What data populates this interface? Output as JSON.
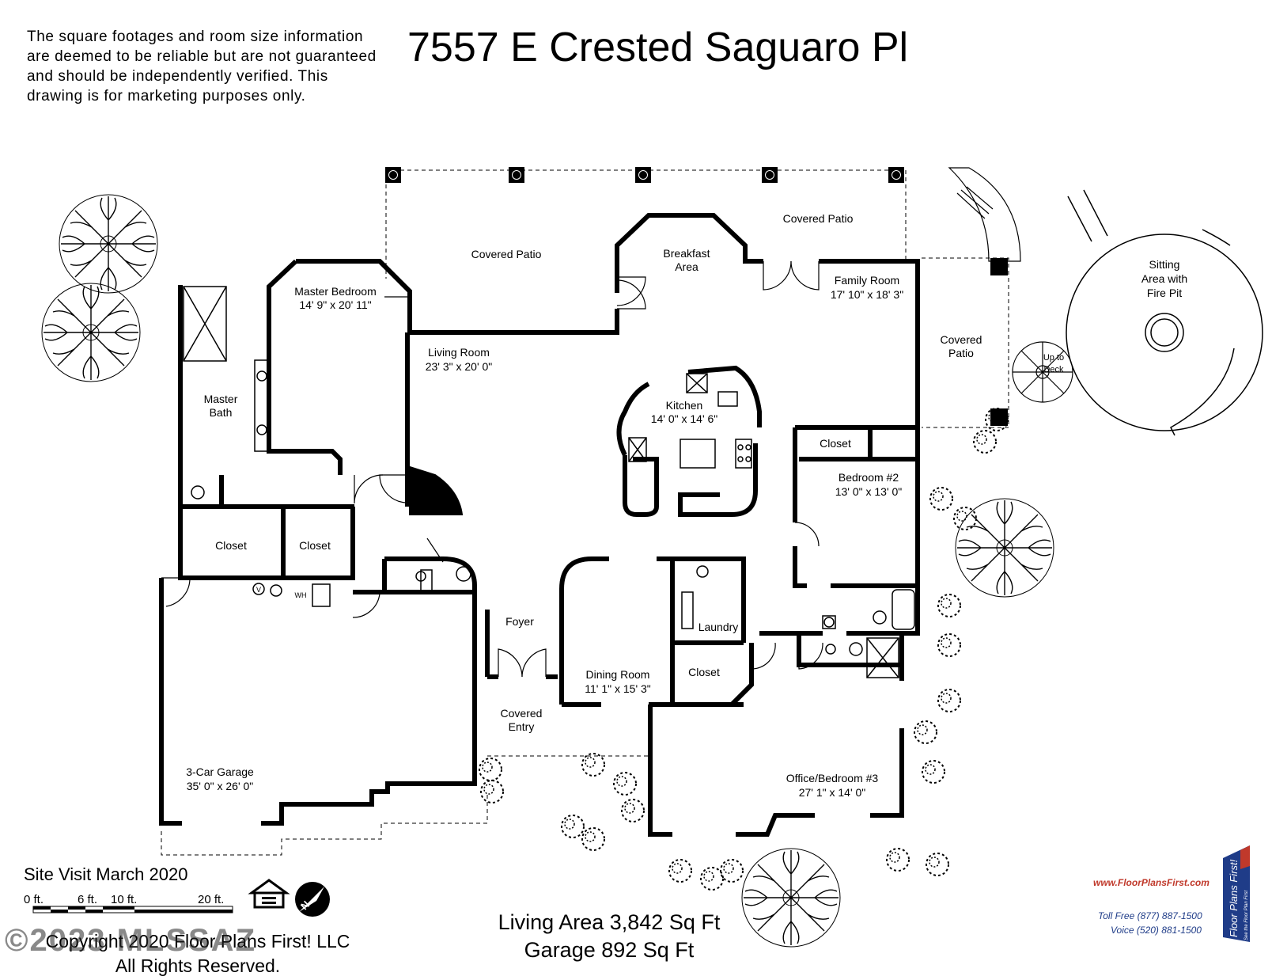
{
  "disclaimer": {
    "line1": "The square footages and room size information",
    "line2": "are deemed to be reliable but are not guaranteed",
    "line3": "and should be independently verified. This",
    "line4": "drawing is for marketing purposes only."
  },
  "address": "7557 E Crested Saguaro Pl",
  "rooms": {
    "covered_patio_1": "Covered Patio",
    "covered_patio_2": "Covered Patio",
    "covered_patio_3_l1": "Covered",
    "covered_patio_3_l2": "Patio",
    "breakfast_l1": "Breakfast",
    "breakfast_l2": "Area",
    "family_room": "Family Room",
    "family_room_size": "17' 10\" x 18' 3\"",
    "master_bedroom": "Master Bedroom",
    "master_bedroom_size": "14' 9\" x 20' 11\"",
    "living_room": "Living Room",
    "living_room_size": "23' 3\" x 20' 0\"",
    "kitchen": "Kitchen",
    "kitchen_size": "14' 0\" x 14' 6\"",
    "master_bath_l1": "Master",
    "master_bath_l2": "Bath",
    "closet_1": "Closet",
    "closet_2": "Closet",
    "closet_3": "Closet",
    "closet_4": "Closet",
    "bedroom2": "Bedroom #2",
    "bedroom2_size": "13' 0\" x 13' 0\"",
    "foyer": "Foyer",
    "laundry": "Laundry",
    "dining_room": "Dining Room",
    "dining_room_size": "11' 1\" x 15' 3\"",
    "covered_entry_l1": "Covered",
    "covered_entry_l2": "Entry",
    "garage": "3-Car Garage",
    "garage_size": "35' 0\" x 26' 0\"",
    "office": "Office/Bedroom #3",
    "office_size": "27' 1\" x 14' 0\"",
    "sitting_l1": "Sitting",
    "sitting_l2": "Area with",
    "sitting_l3": "Fire Pit",
    "deck_l1": "Up to",
    "deck_l2": "Deck",
    "wh": "WH",
    "v": "V"
  },
  "site_visit": "Site Visit March 2020",
  "scale": {
    "s0": "0 ft.",
    "s6": "6 ft.",
    "s10": "10 ft.",
    "s20": "20 ft."
  },
  "copyright": {
    "line1": "Copyright 2020 Floor Plans First! LLC",
    "line2": "All Rights Reserved."
  },
  "areas": {
    "living": "Living Area 3,842 Sq Ft",
    "garage": "Garage 892 Sq Ft"
  },
  "watermark": "©2023 MLSSAZ",
  "brand": {
    "url": "www.FloorPlansFirst.com",
    "toll": "Toll Free (877) 887-1500",
    "voice": "Voice (520) 881-1500",
    "logo_name": "Floor Plans First!",
    "tagline": "See the Floor Plan First"
  },
  "colors": {
    "wall": "#000000",
    "brand_red": "#c0392b",
    "brand_blue": "#1f3c88"
  },
  "icons": [
    "tree-icon",
    "shrub-icon",
    "north-arrow-icon",
    "equal-housing-icon",
    "floor-plans-first-logo"
  ]
}
